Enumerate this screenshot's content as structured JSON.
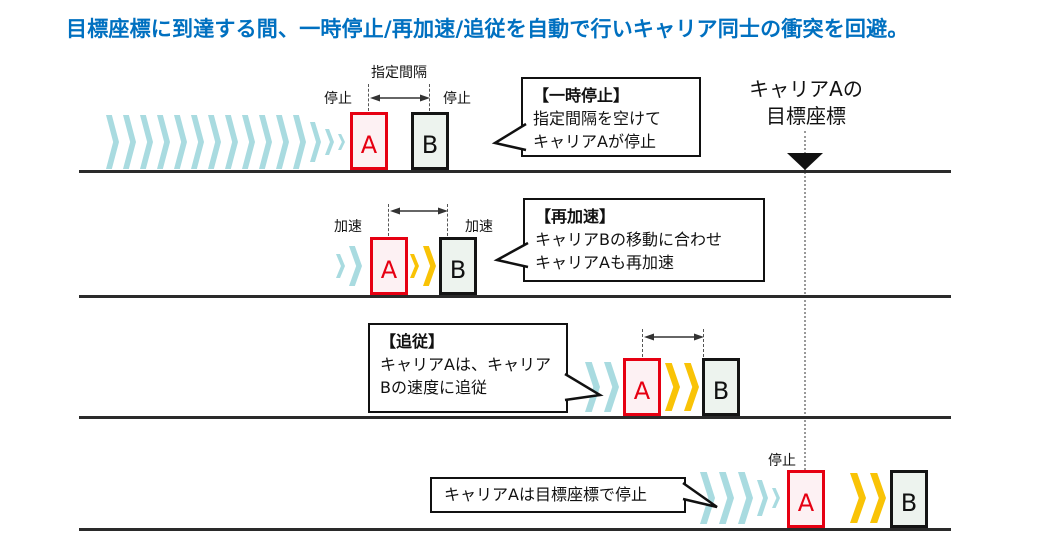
{
  "title": "目標座標に到達する間、一時停止/再加速/追従を自動で行いキャリア同士の衝突を回避。",
  "carrier_a": "A",
  "carrier_b": "B",
  "target": {
    "label_line1": "キャリアAの",
    "label_line2": "目標座標"
  },
  "rows": {
    "pause": {
      "label_stop_a": "停止",
      "label_stop_b": "停止",
      "label_interval": "指定間隔",
      "bubble_title": "【一時停止】",
      "bubble_line1": "指定間隔を空けて",
      "bubble_line2": "キャリアAが停止"
    },
    "reaccelerate": {
      "label_accel_a": "加速",
      "label_accel_b": "加速",
      "bubble_title": "【再加速】",
      "bubble_line1": "キャリアBの移動に合わせ",
      "bubble_line2": "キャリアAも再加速"
    },
    "follow": {
      "bubble_title": "【追従】",
      "bubble_line1": "キャリアAは、キャリア",
      "bubble_line2": "Bの速度に追従"
    },
    "stop": {
      "label_stop_a": "停止",
      "bubble_line1": "キャリアAは目標座標で停止"
    }
  },
  "colors": {
    "title_blue": "#0070c0",
    "trail_teal": "#a9dbe0",
    "trail_yellow": "#f9c306",
    "carrier_a_red": "#e60012",
    "carrier_a_fill": "#fdf1f3",
    "carrier_b_border": "#141414",
    "carrier_b_fill": "#edf3ee",
    "track": "#2a2a2a",
    "guide_gray": "#999999"
  },
  "trails": {
    "pause_a": {
      "color": "teal",
      "gap": 4,
      "sizes": [
        [
          13,
          54
        ],
        [
          13,
          54
        ],
        [
          13,
          54
        ],
        [
          13,
          54
        ],
        [
          13,
          54
        ],
        [
          13,
          54
        ],
        [
          13,
          54
        ],
        [
          13,
          54
        ],
        [
          13,
          54
        ],
        [
          13,
          54
        ],
        [
          13,
          54
        ],
        [
          13,
          54
        ],
        [
          11,
          40
        ],
        [
          9,
          26
        ],
        [
          7,
          16
        ]
      ]
    },
    "reaccel_a": {
      "color": "teal",
      "gap": 4,
      "sizes": [
        [
          9,
          24
        ],
        [
          13,
          40
        ]
      ]
    },
    "reaccel_gap": {
      "color": "yellow",
      "gap": 4,
      "sizes": [
        [
          9,
          24
        ],
        [
          13,
          40
        ]
      ]
    },
    "follow_a": {
      "color": "teal",
      "gap": 4,
      "sizes": [
        [
          15,
          50
        ],
        [
          15,
          50
        ]
      ]
    },
    "follow_gap": {
      "color": "yellow",
      "gap": 4,
      "sizes": [
        [
          15,
          48
        ],
        [
          15,
          48
        ]
      ]
    },
    "stop_a": {
      "color": "teal",
      "gap": 4,
      "sizes": [
        [
          15,
          52
        ],
        [
          15,
          52
        ],
        [
          15,
          52
        ],
        [
          11,
          36
        ],
        [
          8,
          20
        ]
      ]
    },
    "stop_gap": {
      "color": "yellow",
      "gap": 4,
      "sizes": [
        [
          16,
          50
        ],
        [
          16,
          50
        ]
      ]
    }
  }
}
